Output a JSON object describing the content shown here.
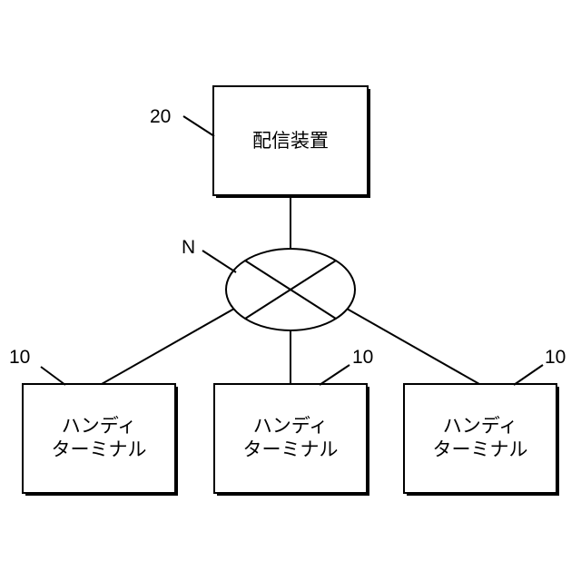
{
  "distribution_device": {
    "label": "配信装置",
    "ref": "20"
  },
  "network": {
    "ref": "N"
  },
  "terminals": [
    {
      "line1": "ハンディ",
      "line2": "ターミナル",
      "ref": "10"
    },
    {
      "line1": "ハンディ",
      "line2": "ターミナル",
      "ref": "10"
    },
    {
      "line1": "ハンディ",
      "line2": "ターミナル",
      "ref": "10"
    }
  ]
}
